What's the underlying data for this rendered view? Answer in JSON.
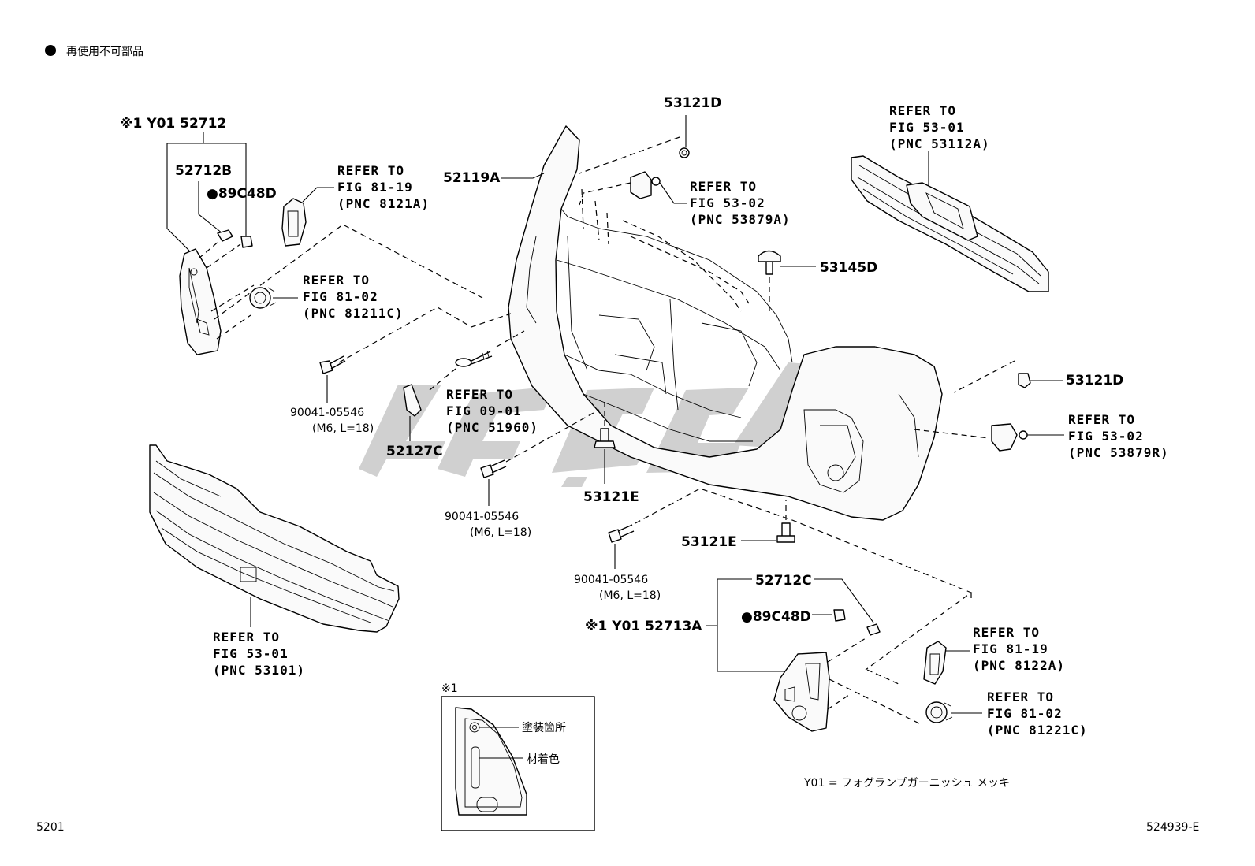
{
  "legend": {
    "symbol": "●",
    "text": "再使用不可部品"
  },
  "inset": {
    "marker": "※1",
    "paint_label": "塗装箇所",
    "material_label": "材着色"
  },
  "parts": {
    "p52712_group": "※1 Y01 52712",
    "p52712B": "52712B",
    "p89C48D_left": "●89C48D",
    "p52119A": "52119A",
    "p53121D_top": "53121D",
    "p53145D": "53145D",
    "p53121D_right": "53121D",
    "p52127C": "52127C",
    "p53121E_center": "53121E",
    "p53121E_lower": "53121E",
    "p52712C": "52712C",
    "p89C48D_right": "●89C48D",
    "p52713A_group": "※1 Y01 52713A",
    "bolt1_no": "90041-05546",
    "bolt1_spec": "(M6, L=18)",
    "bolt2_no": "90041-05546",
    "bolt2_spec": "(M6, L=18)",
    "bolt3_no": "90041-05546",
    "bolt3_spec": "(M6, L=18)"
  },
  "refs": {
    "r8121A": [
      "REFER TO",
      "FIG 81-19",
      "(PNC 8121A)"
    ],
    "r81211C": [
      "REFER TO",
      "FIG 81-02",
      "(PNC 81211C)"
    ],
    "r53879A": [
      "REFER TO",
      "FIG 53-02",
      "(PNC 53879A)"
    ],
    "r53112A": [
      "REFER TO",
      "FIG 53-01",
      "(PNC 53112A)"
    ],
    "r51960": [
      "REFER TO",
      "FIG 09-01",
      "(PNC 51960)"
    ],
    "r53879R": [
      "REFER TO",
      "FIG 53-02",
      "(PNC 53879R)"
    ],
    "r53101": [
      "REFER TO",
      "FIG 53-01",
      "(PNC 53101)"
    ],
    "r8122A": [
      "REFER TO",
      "FIG 81-19",
      "(PNC 8122A)"
    ],
    "r81221C": [
      "REFER TO",
      "FIG 81-02",
      "(PNC 81221C)"
    ]
  },
  "footnote": "Y01 = フォグランプガーニッシュ メッキ",
  "footer": {
    "section": "5201",
    "diagram_id": "524939-E"
  },
  "watermark": {
    "color": "#c8c8c8"
  }
}
